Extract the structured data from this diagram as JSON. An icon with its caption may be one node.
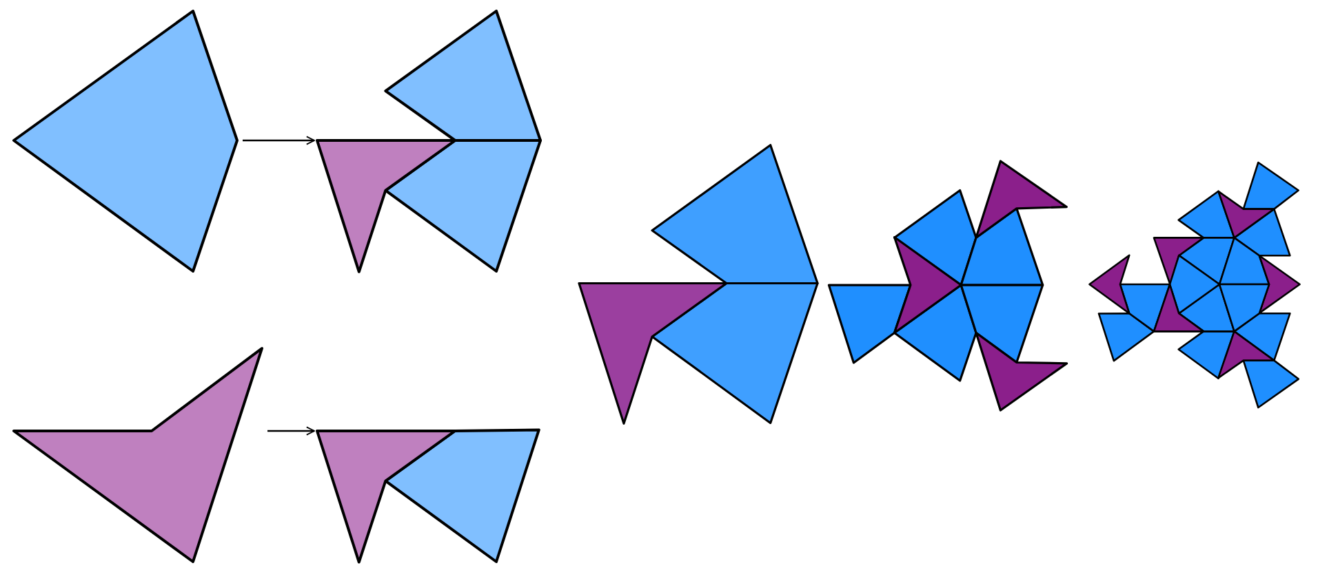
{
  "diagram": {
    "nodes": [
      {
        "text": [],
        "shape": "kite"
      },
      {
        "text": [],
        "shape": "picture"
      },
      {
        "text": [],
        "shape": "dart"
      },
      {
        "text": [],
        "shape": "picture"
      }
    ],
    "edges": [
      {
        "from": 0,
        "to": 1,
        "arrow": "to"
      },
      {
        "from": 2,
        "to": 3,
        "arrow": "to"
      }
    ]
  }
}
